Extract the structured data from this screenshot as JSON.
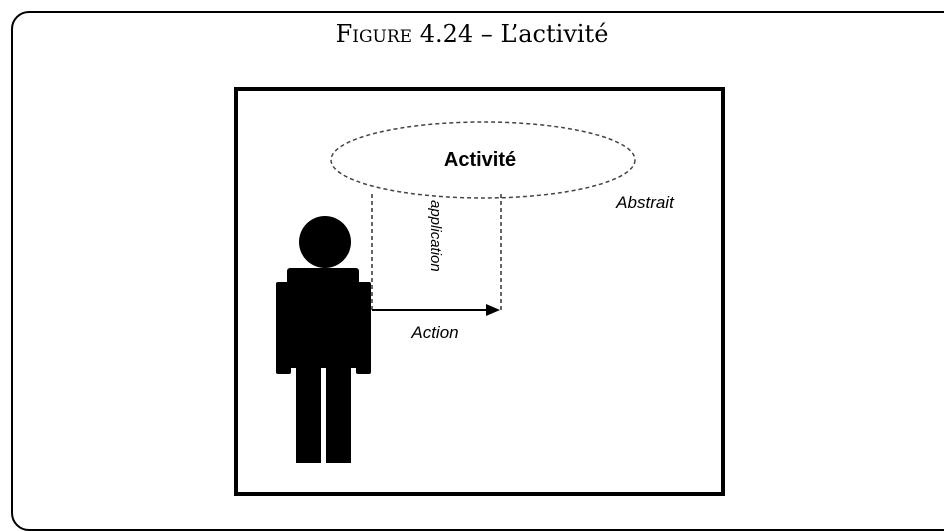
{
  "caption": {
    "label": "Figure 4.24",
    "separator": "–",
    "title": "L’activité"
  },
  "diagram": {
    "ellipse_label": "Activité",
    "abstract_label": "Abstrait",
    "vertical_label": "application",
    "arrow_label": "Action",
    "icons": [
      "person-icon"
    ]
  }
}
